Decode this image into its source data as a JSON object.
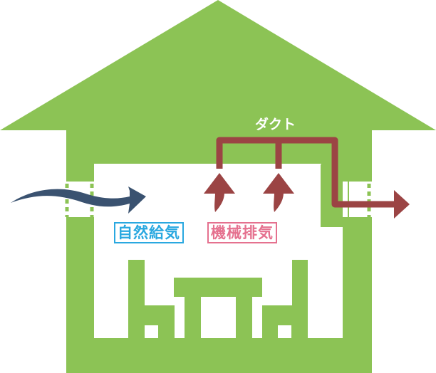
{
  "labels": {
    "duct": "ダクト",
    "natural_supply": "自然給気",
    "mechanical_exhaust": "機械排気"
  },
  "colors": {
    "house": "#8cc355",
    "duct": "#9b4444",
    "supply_arrow": "#3a5270",
    "supply_label": "#29a8e0",
    "exhaust_label": "#e5718f"
  }
}
